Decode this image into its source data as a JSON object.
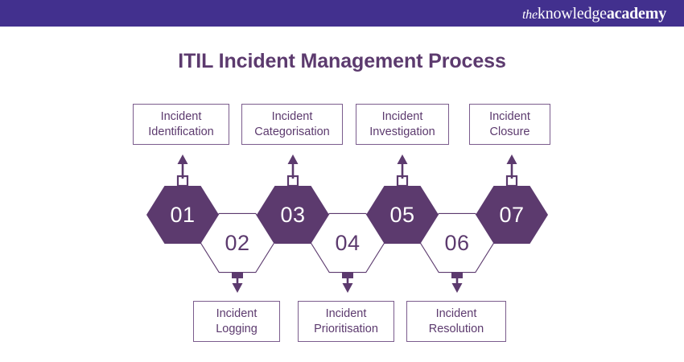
{
  "header": {
    "brand": {
      "the": "the",
      "knowledge": "knowledge",
      "academy": "academy"
    },
    "bar_color": "#42308e"
  },
  "title": "ITIL Incident Management Process",
  "theme": {
    "purple": "#5c3a6e",
    "outline": "#7b5c8d",
    "white": "#ffffff"
  },
  "diagram": {
    "steps": [
      {
        "number": "01",
        "label_line1": "Incident",
        "label_line2": "Identification",
        "position": "top",
        "style": "filled"
      },
      {
        "number": "02",
        "label_line1": "Incident",
        "label_line2": "Logging",
        "position": "bottom",
        "style": "outline"
      },
      {
        "number": "03",
        "label_line1": "Incident",
        "label_line2": "Categorisation",
        "position": "top",
        "style": "filled"
      },
      {
        "number": "04",
        "label_line1": "Incident",
        "label_line2": "Prioritisation",
        "position": "bottom",
        "style": "outline"
      },
      {
        "number": "05",
        "label_line1": "Incident",
        "label_line2": "Investigation",
        "position": "top",
        "style": "filled"
      },
      {
        "number": "06",
        "label_line1": "Incident",
        "label_line2": "Resolution",
        "position": "bottom",
        "style": "outline"
      },
      {
        "number": "07",
        "label_line1": "Incident",
        "label_line2": "Closure",
        "position": "top",
        "style": "filled"
      }
    ]
  }
}
